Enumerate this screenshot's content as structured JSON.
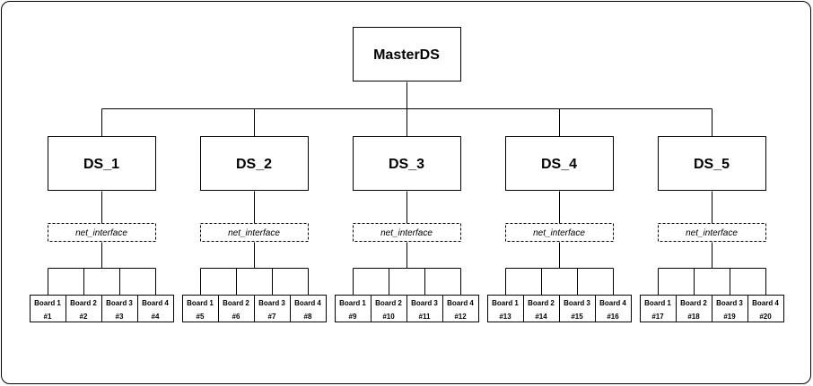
{
  "root": {
    "label": "MasterDS"
  },
  "servers": [
    {
      "label": "DS_1",
      "interface": "net_interface",
      "boards": [
        {
          "name": "Board 1",
          "num": "#1"
        },
        {
          "name": "Board 2",
          "num": "#2"
        },
        {
          "name": "Board 3",
          "num": "#3"
        },
        {
          "name": "Board 4",
          "num": "#4"
        }
      ]
    },
    {
      "label": "DS_2",
      "interface": "net_interface",
      "boards": [
        {
          "name": "Board 1",
          "num": "#5"
        },
        {
          "name": "Board 2",
          "num": "#6"
        },
        {
          "name": "Board 3",
          "num": "#7"
        },
        {
          "name": "Board 4",
          "num": "#8"
        }
      ]
    },
    {
      "label": "DS_3",
      "interface": "net_interface",
      "boards": [
        {
          "name": "Board 1",
          "num": "#9"
        },
        {
          "name": "Board 2",
          "num": "#10"
        },
        {
          "name": "Board 3",
          "num": "#11"
        },
        {
          "name": "Board 4",
          "num": "#12"
        }
      ]
    },
    {
      "label": "DS_4",
      "interface": "net_interface",
      "boards": [
        {
          "name": "Board 1",
          "num": "#13"
        },
        {
          "name": "Board 2",
          "num": "#14"
        },
        {
          "name": "Board 3",
          "num": "#15"
        },
        {
          "name": "Board 4",
          "num": "#16"
        }
      ]
    },
    {
      "label": "DS_5",
      "interface": "net_interface",
      "boards": [
        {
          "name": "Board 1",
          "num": "#17"
        },
        {
          "name": "Board 2",
          "num": "#18"
        },
        {
          "name": "Board 3",
          "num": "#19"
        },
        {
          "name": "Board 4",
          "num": "#20"
        }
      ]
    }
  ]
}
